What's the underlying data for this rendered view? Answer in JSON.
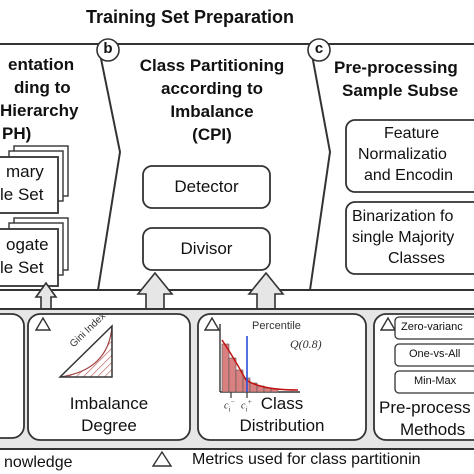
{
  "title": "Training Set Preparation",
  "left_column": {
    "heading_lines": [
      "entation",
      "ding to",
      "Hierarchy",
      "PH)"
    ],
    "box1_lines": [
      "mary",
      "le Set"
    ],
    "box2_lines": [
      "ogate",
      "le Set"
    ]
  },
  "column_b": {
    "badge": "b",
    "heading_lines": [
      "Class Partitioning",
      "according to",
      "Imbalance",
      "(CPI)"
    ],
    "detector_label": "Detector",
    "divisor_label": "Divisor"
  },
  "column_c": {
    "badge": "c",
    "heading_lines": [
      "Pre-processing",
      "Sample Subse"
    ],
    "box1_lines": [
      "Feature",
      "Normalizatio",
      "and Encodin"
    ],
    "box2_lines": [
      "Binarization fo",
      "single Majority",
      "Classes"
    ]
  },
  "metrics": {
    "imbalance": {
      "icon_text": "Gini Index",
      "label_lines": [
        "Imbalance",
        "Degree"
      ]
    },
    "class_distribution": {
      "percentile_label": "Percentile",
      "q_label": "Q(0.8)",
      "axis_labels": [
        "c",
        "c"
      ],
      "axis_subscripts": [
        "i",
        "i"
      ],
      "axis_superscripts": [
        "−",
        "+"
      ],
      "label_lines": [
        "Class",
        "Distribution"
      ]
    },
    "preprocess": {
      "chips": [
        "Zero-varianc",
        "One-vs-All",
        "Min-Max"
      ],
      "label_lines": [
        "Pre-process",
        "Methods"
      ]
    }
  },
  "legend": {
    "left_text": "nowledge",
    "right_text": "Metrics used for class partitionin"
  },
  "colors": {
    "outline": "#333333",
    "arrow_fill": "#e6e6e6",
    "hist_bar": "#d98080",
    "curve": "#c01010",
    "hatch": "#c06060",
    "blue_line": "#2a4fd8"
  }
}
